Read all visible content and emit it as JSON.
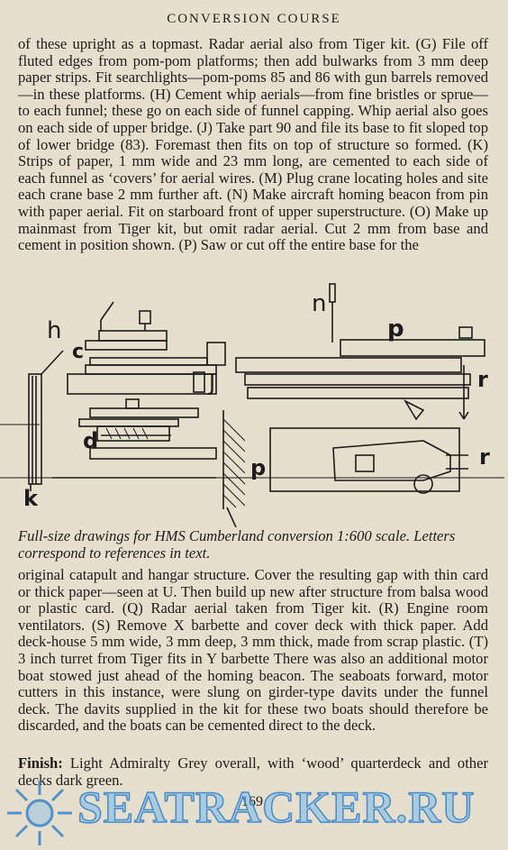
{
  "running_head": "CONVERSION COURSE",
  "paragraph_1": "of these upright as a topmast. Radar aerial also from Tiger kit. (G) File off fluted edges from pom-pom platforms; then add bulwarks from 3 mm deep paper strips. Fit searchlights—pom-poms 85 and 86 with gun barrels removed—in these platforms. (H) Cement whip aerials—from fine bristles or sprue—to each funnel; these go on each side of funnel capping. Whip aerial also goes on each side of upper bridge. (J) Take part 90 and file its base to fit sloped top of lower bridge (83). Foremast then fits on top of structure so formed. (K) Strips of paper, 1 mm wide and 23 mm long, are cemented to each side of each funnel as ‘covers’ for aerial wires. (M) Plug crane locating holes and site each crane base 2 mm further aft. (N) Make aircraft homing beacon from pin with paper aerial. Fit on starboard front of upper superstructure. (O) Make up mainmast from Tiger kit, but omit radar aerial. Cut 2 mm from base and cement in position shown. (P) Saw or cut off the entire base for the",
  "drawing_labels": {
    "h": "h",
    "c": "c",
    "j": "J",
    "d": "d",
    "k": "k",
    "n": "n",
    "p_top": "p",
    "p_bottom": "p",
    "r_top": "r",
    "r_bottom": "r"
  },
  "caption": "Full-size drawings for HMS Cumberland conversion 1:600 scale. Letters correspond to references in text.",
  "paragraph_2": "original catapult and hangar structure. Cover the resulting gap with thin card or thick paper—seen at U. Then build up new after structure from balsa wood or plastic card. (Q) Radar aerial taken from Tiger kit. (R) Engine room ventilators. (S) Remove X barbette and cover deck with thick paper. Add deck-house 5 mm wide, 3 mm deep, 3 mm thick, made from scrap plastic. (T) 3 inch turret from Tiger fits in Y barbette There was also an additional motor boat stowed just ahead of the homing beacon. The seaboats forward, motor cutters in this instance, were slung on girder-type davits under the funnel deck. The davits supplied in the kit for these two boats should therefore be discarded, and the boats can be cemented direct to the deck.",
  "finish": {
    "label": "Finish:",
    "text": " Light Admiralty Grey overall, with ‘wood’ quarterdeck and other decks dark green."
  },
  "page_number": "169",
  "watermark": {
    "text": "SEATRACKER.RU",
    "icon": "sun-icon",
    "color": "#2f7fc8"
  }
}
